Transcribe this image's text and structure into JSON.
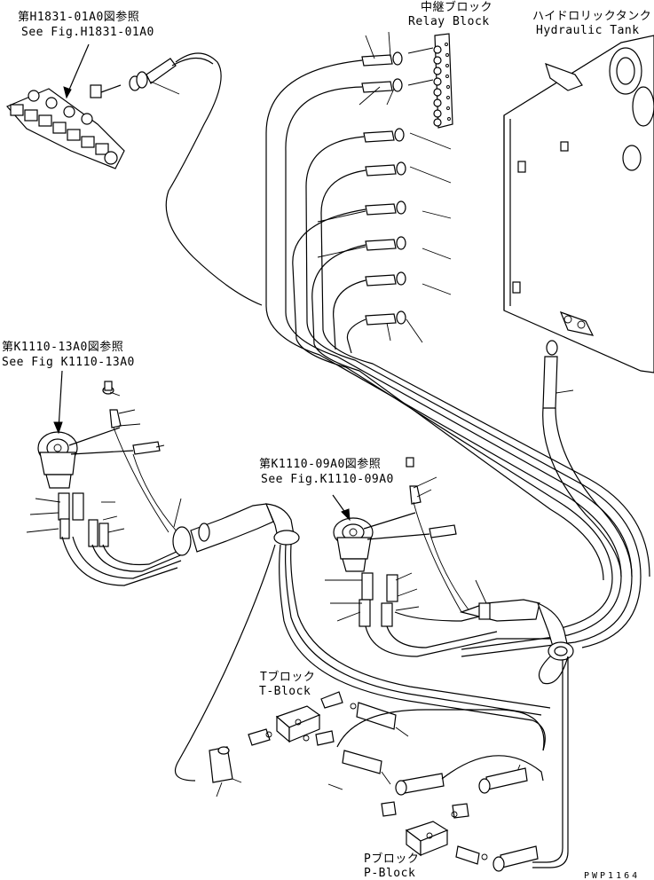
{
  "labels": {
    "ref_h1831_jp": "第H1831-01A0図参照",
    "ref_h1831_en": "See Fig.H1831-01A0",
    "relay_jp": "中継ブロック",
    "relay_en": "Relay Block",
    "tank_jp": "ハイドロリックタンク",
    "tank_en": "Hydraulic Tank",
    "ref_k1110_13_jp": "第K1110-13A0図参照",
    "ref_k1110_13_en": "See Fig K1110-13A0",
    "ref_k1110_09_jp": "第K1110-09A0図参照",
    "ref_k1110_09_en": "See Fig.K1110-09A0",
    "tblock_jp": "Tブロック",
    "tblock_en": "T-Block",
    "pblock_jp": "Pブロック",
    "pblock_en": "P-Block",
    "drawing_code": "PWP1164"
  }
}
